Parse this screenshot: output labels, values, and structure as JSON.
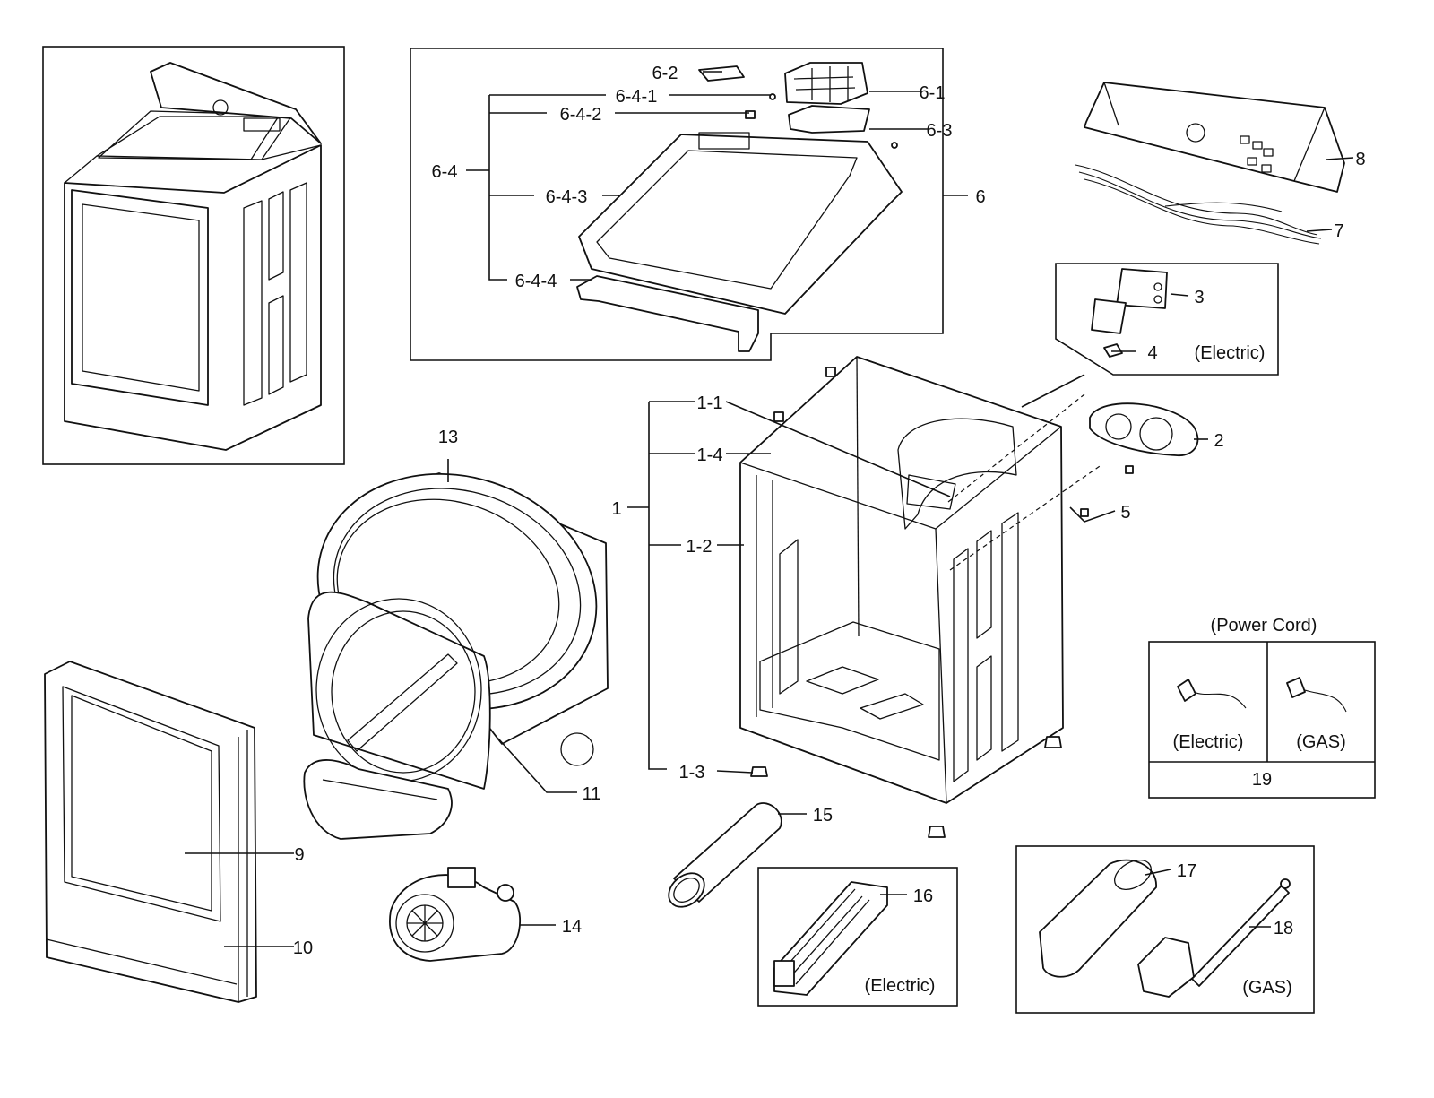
{
  "labels": {
    "p6_2": "6-2",
    "p6_1": "6-1",
    "p6_4_1": "6-4-1",
    "p6_4_2": "6-4-2",
    "p6_3": "6-3",
    "p6_4": "6-4",
    "p6_4_3": "6-4-3",
    "p6": "6",
    "p6_4_4": "6-4-4",
    "p8": "8",
    "p7": "7",
    "p3": "3",
    "p4": "4",
    "electric_a": "(Electric)",
    "p13": "13",
    "p1_1": "1-1",
    "p1_4": "1-4",
    "p1": "1",
    "p1_2": "1-2",
    "p2": "2",
    "p5": "5",
    "power_cord": "(Power Cord)",
    "cord_electric": "(Electric)",
    "cord_gas": "(GAS)",
    "p19": "19",
    "p1_3": "1-3",
    "p11": "11",
    "p9": "9",
    "p10": "10",
    "p15": "15",
    "p14": "14",
    "p16": "16",
    "electric_b": "(Electric)",
    "p17": "17",
    "p18": "18",
    "gas_b": "(GAS)"
  }
}
